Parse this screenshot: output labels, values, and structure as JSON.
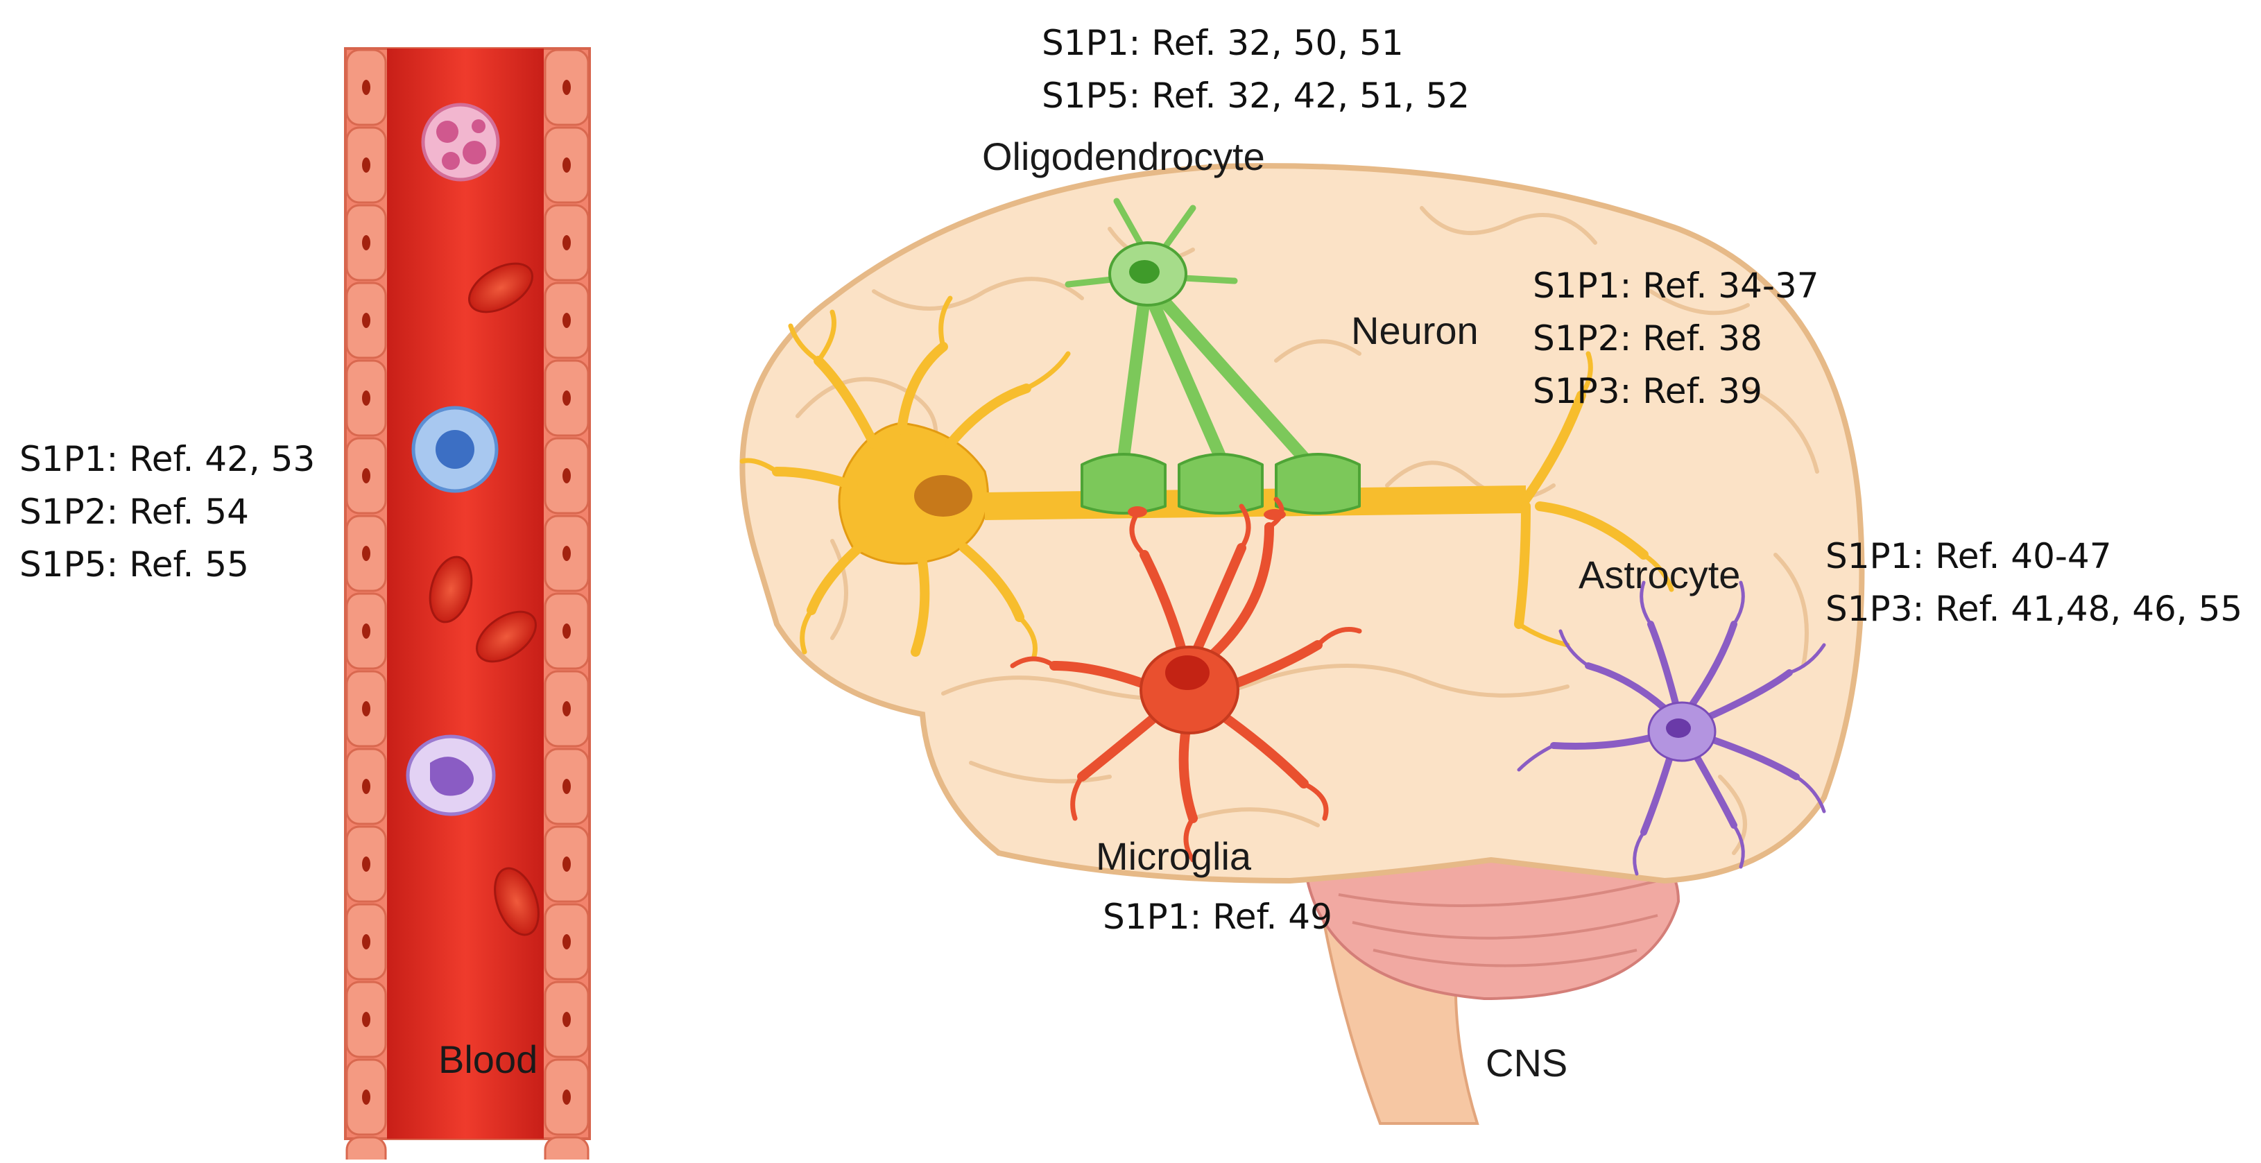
{
  "colors": {
    "vessel": "#e2342a",
    "vessel_wall": "#f2836c",
    "brain": "#fbe2c6",
    "brain_outline": "#e6b987",
    "oligodendrocyte": "#7cc85a",
    "neuron": "#f7bd2d",
    "microglia": "#e9502f",
    "astrocyte": "#8a5cc4",
    "cerebellum": "#f0a7a0"
  },
  "blood": {
    "label": "Blood",
    "refs": [
      "S1P1: Ref. 42, 53",
      "S1P2: Ref. 54",
      "S1P5: Ref. 55"
    ]
  },
  "cns": {
    "label": "CNS"
  },
  "oligodendrocyte": {
    "label": "Oligodendrocyte",
    "refs": [
      "S1P1: Ref. 32, 50, 51",
      "S1P5: Ref. 32, 42, 51, 52"
    ]
  },
  "neuron": {
    "label": "Neuron",
    "refs": [
      "S1P1: Ref. 34-37",
      "S1P2: Ref. 38",
      "S1P3: Ref. 39"
    ]
  },
  "astrocyte": {
    "label": "Astrocyte",
    "refs": [
      "S1P1: Ref. 40-47",
      "S1P3: Ref. 41,48, 46, 55"
    ]
  },
  "microglia": {
    "label": "Microglia",
    "refs": [
      "S1P1: Ref. 49"
    ]
  }
}
